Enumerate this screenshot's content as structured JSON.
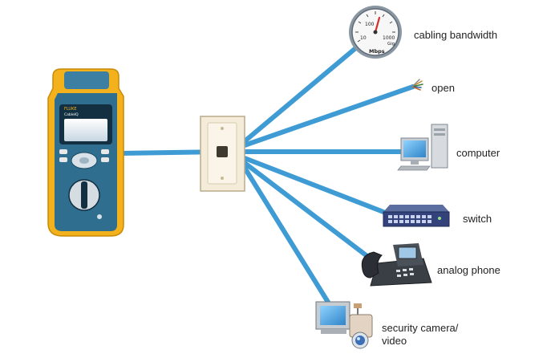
{
  "diagram": {
    "tester": {
      "brand": "FLUKE",
      "model": "CableIQ"
    },
    "gauge": {
      "ticks": [
        "10",
        "100",
        "1000"
      ],
      "unit_bottom": "Mbps",
      "unit_right": "Gig"
    },
    "devices": [
      {
        "id": "cabling-bandwidth",
        "label": "cabling bandwidth"
      },
      {
        "id": "open",
        "label": "open"
      },
      {
        "id": "computer",
        "label": "computer"
      },
      {
        "id": "switch",
        "label": "switch"
      },
      {
        "id": "analog-phone",
        "label": "analog phone"
      },
      {
        "id": "security-camera",
        "label_line1": "security camera/",
        "label_line2": "video"
      }
    ],
    "colors": {
      "cable": "#3f9bd4",
      "cable_edge": "#1f6fa5",
      "tester_yellow": "#f3b21c",
      "tester_body": "#2f6e8e",
      "wallplate": "#f4ecd8"
    }
  }
}
